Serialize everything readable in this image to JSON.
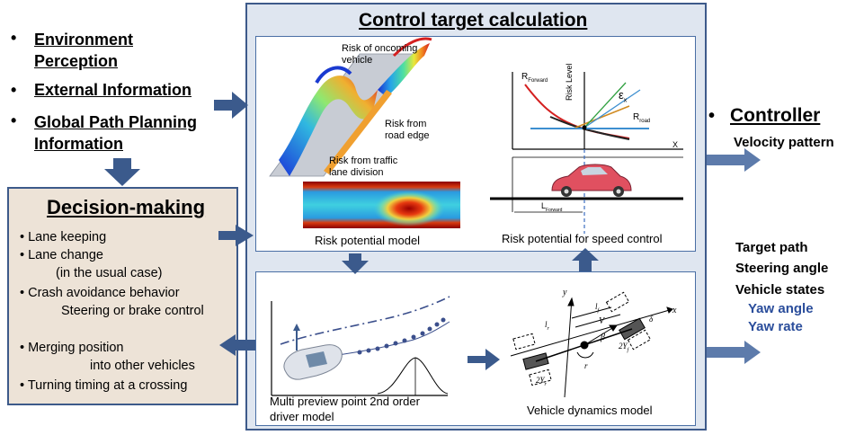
{
  "left": {
    "items": [
      {
        "bullet": "•",
        "line1": "Environment",
        "line2": "Perception"
      },
      {
        "bullet": "•",
        "line1": "External Information"
      },
      {
        "bullet": "•",
        "line1": "Global Path Planning",
        "line2": "Information"
      }
    ]
  },
  "decision": {
    "title": "Decision-making",
    "items": [
      "• Lane keeping",
      "• Lane change",
      "(in the usual case)",
      "• Crash avoidance behavior",
      "Steering or brake control",
      "• Merging position",
      "into other vehicles",
      "• Turning timing at a crossing"
    ]
  },
  "control": {
    "title": "Control target calculation",
    "risk_model": {
      "oncoming_line1": "Risk of oncoming",
      "oncoming_line2": "vehicle",
      "road_edge_line1": "Risk from",
      "road_edge_line2": "road edge",
      "lane_line1": "Risk from traffic",
      "lane_line2": "lane division",
      "caption": "Risk potential model"
    },
    "speed_control": {
      "r_forward": "R",
      "r_forward_sub": "Forward",
      "risk_level": "Risk Level",
      "epsilon": "ε",
      "epsilon_sub": "x",
      "r_road": "R",
      "r_road_sub": "road",
      "x_axis": "X",
      "l_forward": "L",
      "l_forward_sub": "Forward",
      "caption": "Risk potential for speed control"
    },
    "driver_model": {
      "caption_line1": "Multi preview point 2nd order",
      "caption_line2": "driver model"
    },
    "vehicle_model": {
      "caption": "Vehicle dynamics model",
      "labels": {
        "y": "y",
        "x": "x",
        "lf": "l",
        "lf_sub": "f",
        "lr": "l",
        "lr_sub": "r",
        "v": "V",
        "beta": "β",
        "r": "r",
        "delta": "δ",
        "two_yf": "2Y",
        "two_yf_sub": "f",
        "two_yr": "2Y",
        "two_yr_sub": "r"
      }
    }
  },
  "controller": {
    "bullet": "•",
    "title": "Controller",
    "velocity": "Velocity pattern",
    "target_path": "Target path",
    "steering": "Steering angle",
    "vehicle_states": "Vehicle states",
    "yaw_angle": "Yaw angle",
    "yaw_rate": "Yaw rate"
  },
  "colors": {
    "arrow": "#3b5a8c",
    "box_border": "#3d5a8a",
    "control_bg": "#dfe6f0",
    "decision_bg": "#ede3d7",
    "yaw_text": "#2a4d9b"
  }
}
